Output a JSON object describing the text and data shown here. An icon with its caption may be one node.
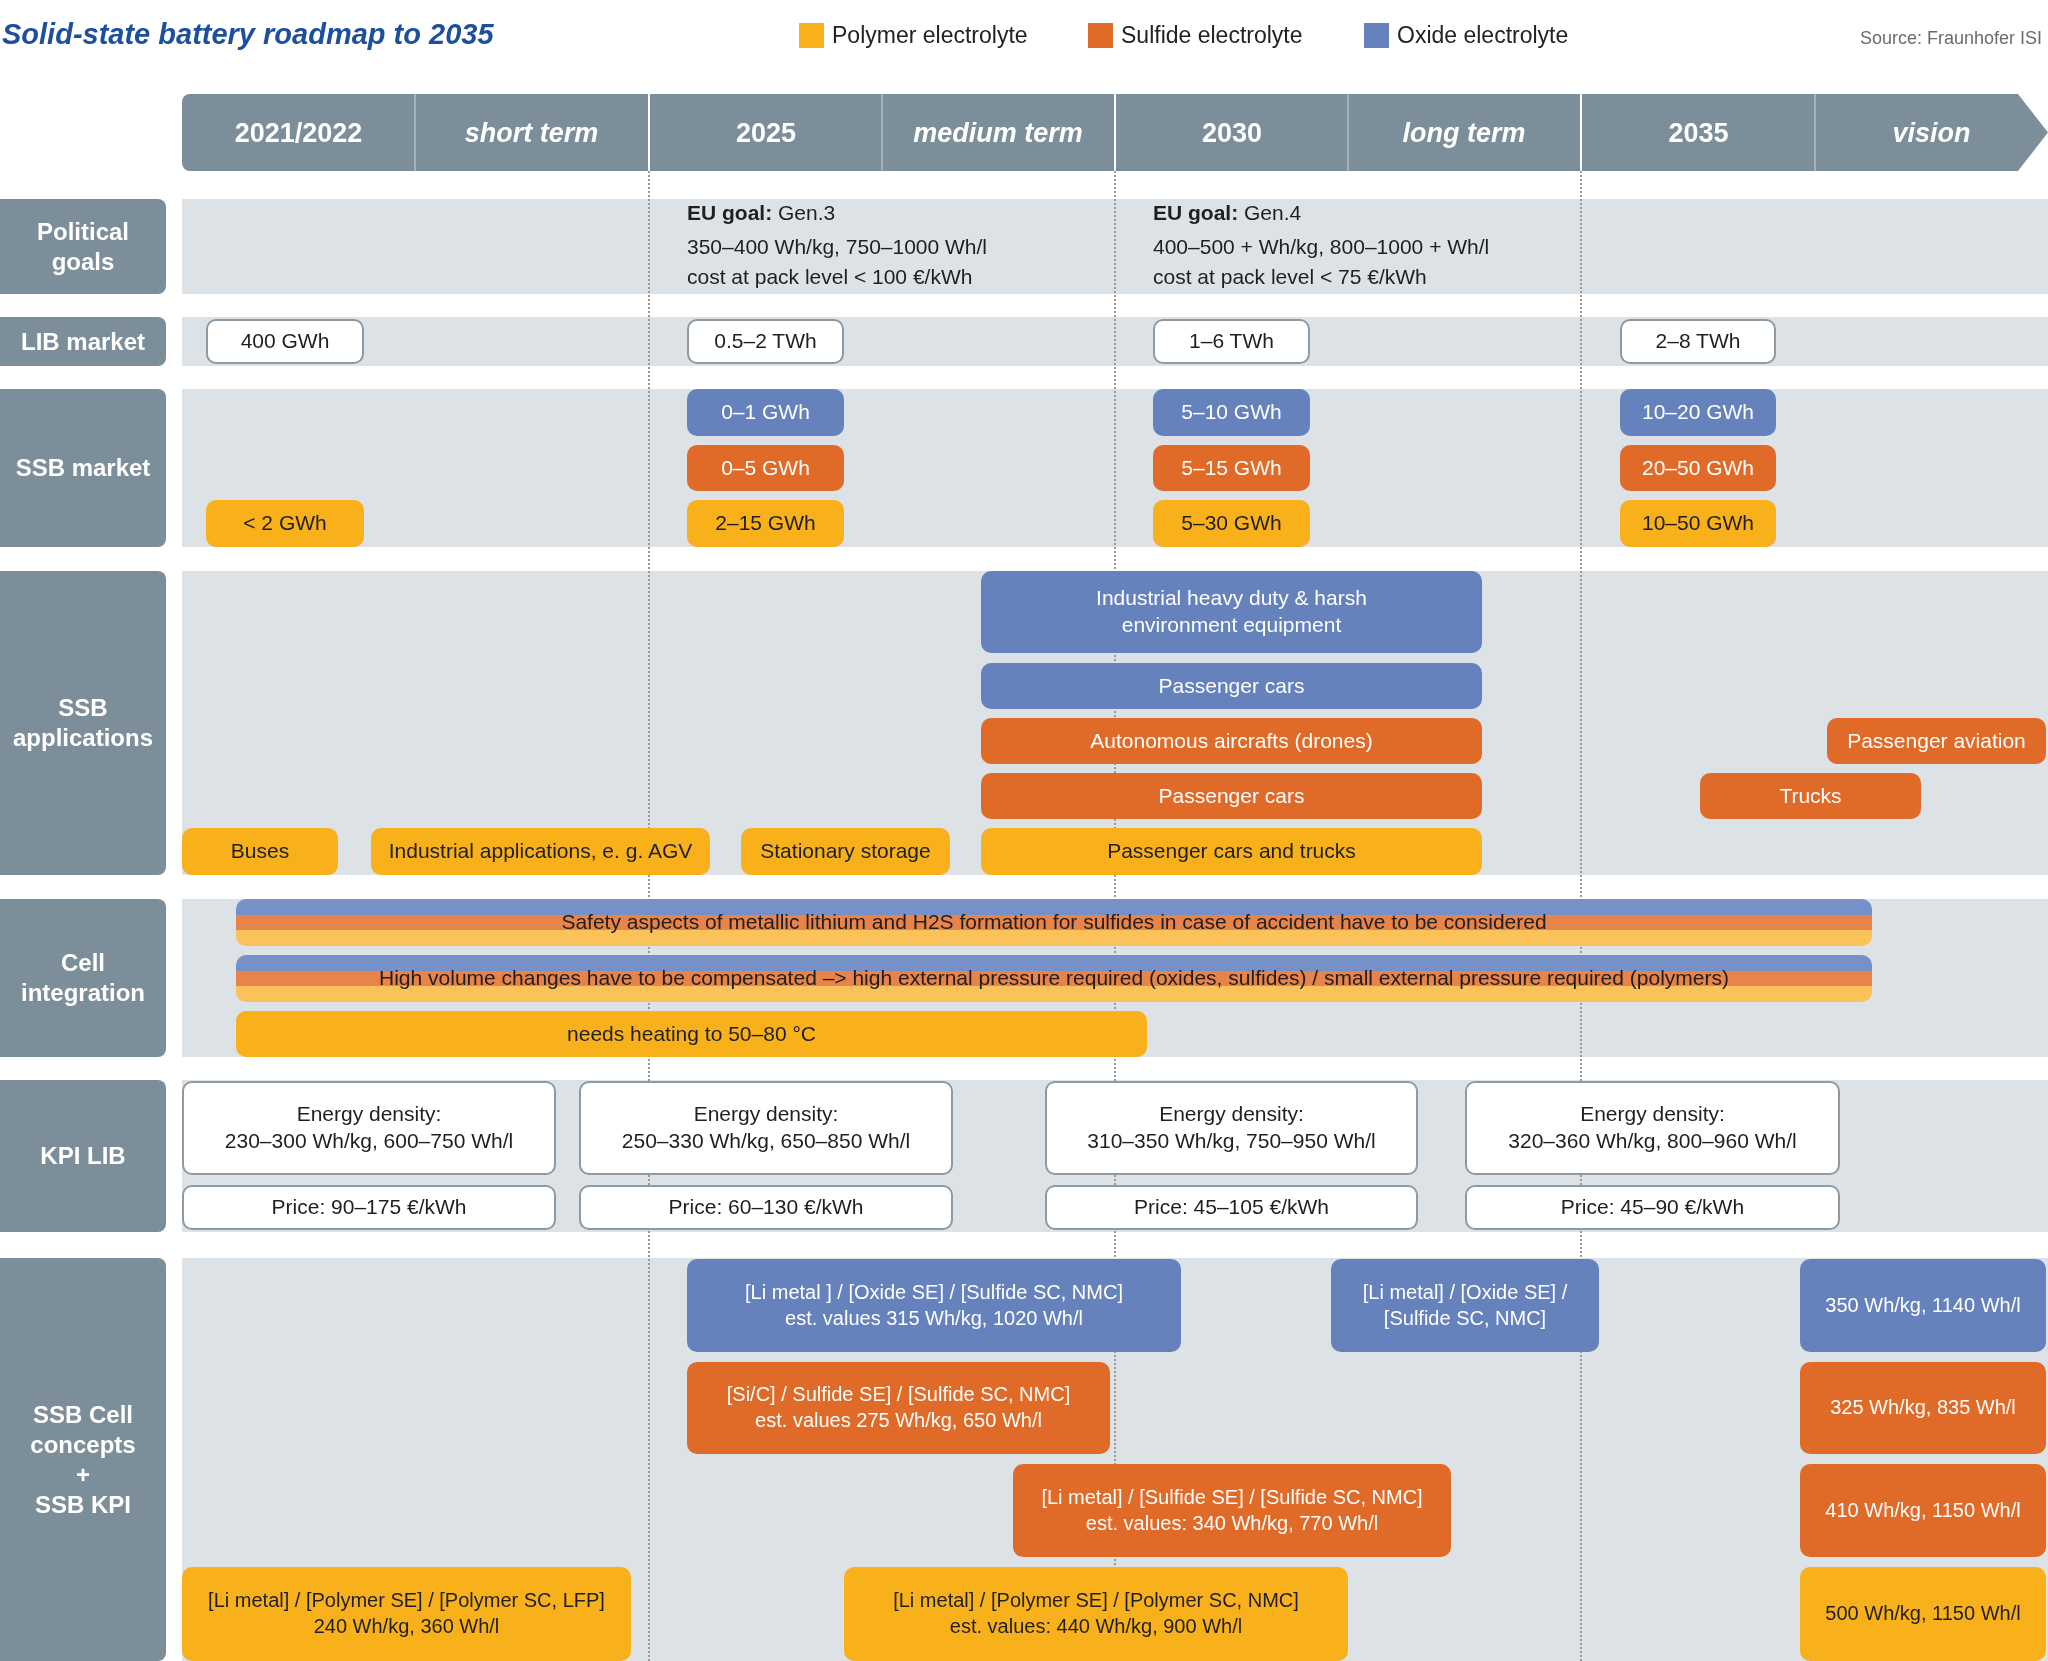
{
  "diagram": {
    "title": "Solid-state battery roadmap to 2035",
    "nodes": [
      {
        "text": [
          "2021/2022",
          "short term"
        ]
      },
      {
        "text": [
          "2025",
          "medium term"
        ]
      },
      {
        "text": [
          "2030",
          "long term"
        ]
      },
      {
        "text": [
          "2035",
          "vision"
        ]
      },
      {
        "text": [
          "Political goals"
        ]
      },
      {
        "text": [
          "**EU goal:** Gen.3",
          "350–400 Wh/kg, 750–1000 Wh/l",
          "cost at pack level < 100 €/kWh",
          "**EU goal:** Gen.4",
          "400–500 + Wh/kg, 800–1000 + Wh/l",
          "cost at pack level < 75 €/kWh"
        ]
      },
      {
        "text": [
          "LIB market"
        ]
      },
      {
        "text": [],
        "shape": "bar"
      },
      {
        "text": [
          "400 GWh"
        ],
        "in": 7
      },
      {
        "text": [
          "0.5–2 TWh"
        ],
        "in": 7
      },
      {
        "text": [
          "1–6 TWh"
        ],
        "in": 7
      },
      {
        "text": [
          "2–8 TWh"
        ],
        "in": 7
      },
      {
        "text": [
          "SSB market"
        ]
      },
      {
        "text": [],
        "shape": "bar"
      },
      {
        "text": [
          "0–1 GWh"
        ],
        "in": 13
      },
      {
        "text": [
          "5–10 GWh"
        ],
        "in": 13
      },
      {
        "text": [
          "10–20 GWh"
        ],
        "in": 13
      },
      {
        "text": [
          "0–5 GWh"
        ],
        "in": 13
      },
      {
        "text": [
          "5–15 GWh"
        ],
        "in": 13
      },
      {
        "text": [
          "20–50 GWh"
        ],
        "in": 13
      },
      {
        "text": [
          "< 2 GWh"
        ],
        "in": 13
      },
      {
        "text": [
          "2–15 GWh"
        ],
        "in": 13
      },
      {
        "text": [
          "5–30 GWh"
        ],
        "in": 13
      },
      {
        "text": [
          "10–50 GWh"
        ],
        "in": 13
      },
      {
        "text": [
          "SSB applications"
        ]
      },
      {
        "text": [],
        "shape": "bar"
      },
      {
        "text": [
          "Industrial heavy duty & harsh environment equipment"
        ],
        "in": 25
      },
      {
        "text": [
          "Passenger cars"
        ],
        "in": 25
      },
      {
        "text": [
          "Autonomous aircrafts (drones)"
        ],
        "in": 25
      },
      {
        "text": [
          "Passenger aviation"
        ],
        "in": 25
      },
      {
        "text": [
          "Passenger cars"
        ],
        "in": 25
      },
      {
        "text": [
          "Trucks"
        ],
        "in": 25
      },
      {
        "text": [
          "Buses"
        ],
        "in": 25
      },
      {
        "text": [
          "Industrial applications, e. g. AGV"
        ],
        "in": 25
      },
      {
        "text": [
          "Stationary storage"
        ],
        "in": 25
      },
      {
        "text": [
          "Passenger cars and trucks"
        ],
        "in": 25
      },
      {
        "text": [
          "Cell integration"
        ]
      },
      {
        "text": [],
        "shape": "bar"
      },
      {
        "text": [
          "Safety aspects of metallic lithium and H2S formation for sulfides in case of accident have to be considered"
        ],
        "in": 37
      },
      {
        "text": [
          "High volume changes have to be compensated –> high external pressure required (oxides, sulfides) / small external pressure required (polymers)"
        ],
        "in": 37
      },
      {
        "text": [
          "needs heating to 50–80 °C"
        ],
        "in": 37
      },
      {
        "text": [
          "KPI LIB"
        ]
      },
      {
        "text": [],
        "shape": "bar"
      },
      {
        "text": [
          "Energy density:",
          "230–300 Wh/kg, 600–750 Wh/l"
        ],
        "in": 42
      },
      {
        "text": [
          "Energy density:",
          "250–330 Wh/kg, 650–850 Wh/l"
        ],
        "in": 42
      },
      {
        "text": [
          "Energy density:",
          "310–350 Wh/kg, 750–950 Wh/l"
        ],
        "in": 42
      },
      {
        "text": [
          "Energy density:",
          "320–360 Wh/kg, 800–960 Wh/l"
        ],
        "in": 42
      },
      {
        "text": [
          "Price: 90–175 €/kWh"
        ],
        "in": 42
      },
      {
        "text": [
          "Price: 60–130 €/kWh"
        ],
        "in": 42
      },
      {
        "text": [
          "Price: 45–105 €/kWh"
        ],
        "in": 42
      },
      {
        "text": [
          "Price: 45–90 €/kWh"
        ],
        "in": 42
      },
      {
        "text": [
          "SSB Cell concepts",
          "+",
          "SSB KPI"
        ]
      },
      {
        "text": [],
        "shape": "bar"
      },
      {
        "text": [
          "[Li metal ] / [Oxide SE] / [Sulfide SC, NMC]",
          "est. values 315 Wh/kg, 1020 Wh/l"
        ],
        "in": 52
      },
      {
        "text": [
          "[Li metal] / [Oxide SE] / [Sulfide SC, NMC]"
        ],
        "in": 52
      },
      {
        "text": [
          "350 Wh/kg, 1140 Wh/l"
        ],
        "in": 52
      },
      {
        "text": [
          "[Si/C] / Sulfide SE] / [Sulfide SC, NMC]",
          "est. values 275 Wh/kg, 650 Wh/l"
        ],
        "in": 52
      },
      {
        "text": [
          "325 Wh/kg, 835 Wh/l"
        ],
        "in": 52
      },
      {
        "text": [
          "[Li metal] / [Sulfide SE] / [Sulfide SC, NMC]",
          "est. values: 340 Wh/kg, 770 Wh/l"
        ],
        "in": 52
      },
      {
        "text": [
          "410 Wh/kg, 1150 Wh/l"
        ],
        "in": 52
      },
      {
        "text": [
          "[Li metal] / [Polymer SE] / [Polymer SC, LFP]",
          "240 Wh/kg, 360 Wh/l"
        ],
        "in": 52
      },
      {
        "text": [
          "[Li metal] / [Polymer SE] / [Polymer SC, NMC]",
          "est. values: 440 Wh/kg, 900 Wh/l"
        ],
        "in": 52
      },
      {
        "text": [
          "500 Wh/kg, 1150 Wh/l"
        ],
        "in": 52
      }
    ],
    "labels": [
      "Source: Fraunhofer ISI"
    ],
    "legend": [
      {
        "text": "Polymer electrolyte",
        "color": "#f8b01b"
      },
      {
        "text": "Sulfide electrolyte",
        "color": "#e06a28"
      },
      {
        "text": "Oxide electrolyte",
        "color": "#6582bd"
      }
    ]
  }
}
